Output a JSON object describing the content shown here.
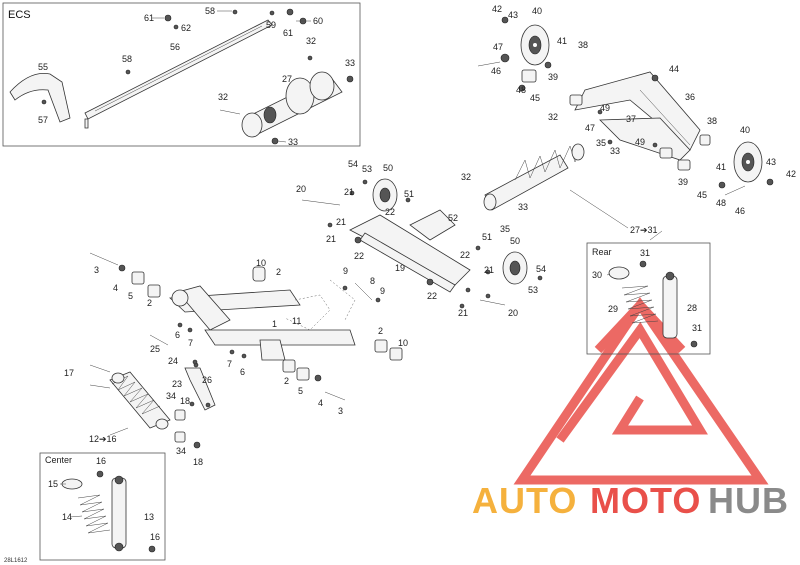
{
  "sections": {
    "ecs": "ECS",
    "rear": "Rear",
    "center": "Center"
  },
  "figure_code": "28L1612",
  "callouts": {
    "c1": "1",
    "c2a": "2",
    "c2b": "2",
    "c2c": "2",
    "c2d": "2",
    "c3a": "3",
    "c3b": "3",
    "c4a": "4",
    "c4b": "4",
    "c5a": "5",
    "c5b": "5",
    "c6a": "6",
    "c6b": "6",
    "c7a": "7",
    "c7b": "7",
    "c8": "8",
    "c9a": "9",
    "c9b": "9",
    "c10a": "10",
    "c10b": "10",
    "c11": "11",
    "c12to16": "12➔16",
    "c13": "13",
    "c14": "14",
    "c15": "15",
    "c16a": "16",
    "c16b": "16",
    "c17": "17",
    "c18a": "18",
    "c18b": "18",
    "c19": "19",
    "c20a": "20",
    "c20b": "20",
    "c21a": "21",
    "c21b": "21",
    "c21c": "21",
    "c21d": "21",
    "c21e": "21",
    "c22a": "22",
    "c22b": "22",
    "c22c": "22",
    "c22d": "22",
    "c23": "23",
    "c24": "24",
    "c25": "25",
    "c26": "26",
    "c27": "27",
    "c27to31": "27➔31",
    "c28": "28",
    "c29": "29",
    "c30": "30",
    "c31a": "31",
    "c31b": "31",
    "c32a": "32",
    "c32b": "32",
    "c32c": "32",
    "c32d": "32",
    "c33a": "33",
    "c33b": "33",
    "c33c": "33",
    "c33d": "33",
    "c34a": "34",
    "c34b": "34",
    "c35a": "35",
    "c35b": "35",
    "c36": "36",
    "c37": "37",
    "c38a": "38",
    "c38b": "38",
    "c39a": "39",
    "c39b": "39",
    "c40a": "40",
    "c40b": "40",
    "c41a": "41",
    "c41b": "41",
    "c42a": "42",
    "c42b": "42",
    "c43a": "43",
    "c43b": "43",
    "c44": "44",
    "c45a": "45",
    "c45b": "45",
    "c46a": "46",
    "c46b": "46",
    "c47a": "47",
    "c47b": "47",
    "c48a": "48",
    "c48b": "48",
    "c49a": "49",
    "c49b": "49",
    "c50a": "50",
    "c50b": "50",
    "c51a": "51",
    "c51b": "51",
    "c52": "52",
    "c53a": "53",
    "c53b": "53",
    "c54a": "54",
    "c54b": "54",
    "c55": "55",
    "c56": "56",
    "c57": "57",
    "c58a": "58",
    "c58b": "58",
    "c59": "59",
    "c60": "60",
    "c61a": "61",
    "c61b": "61",
    "c62": "62"
  },
  "watermark": {
    "part1": "AUTO",
    "part2": "MOTO",
    "part3": "HUB",
    "color_orange": "#f5b13d",
    "color_red": "#e9504a",
    "color_grey": "#8a8a8a"
  }
}
